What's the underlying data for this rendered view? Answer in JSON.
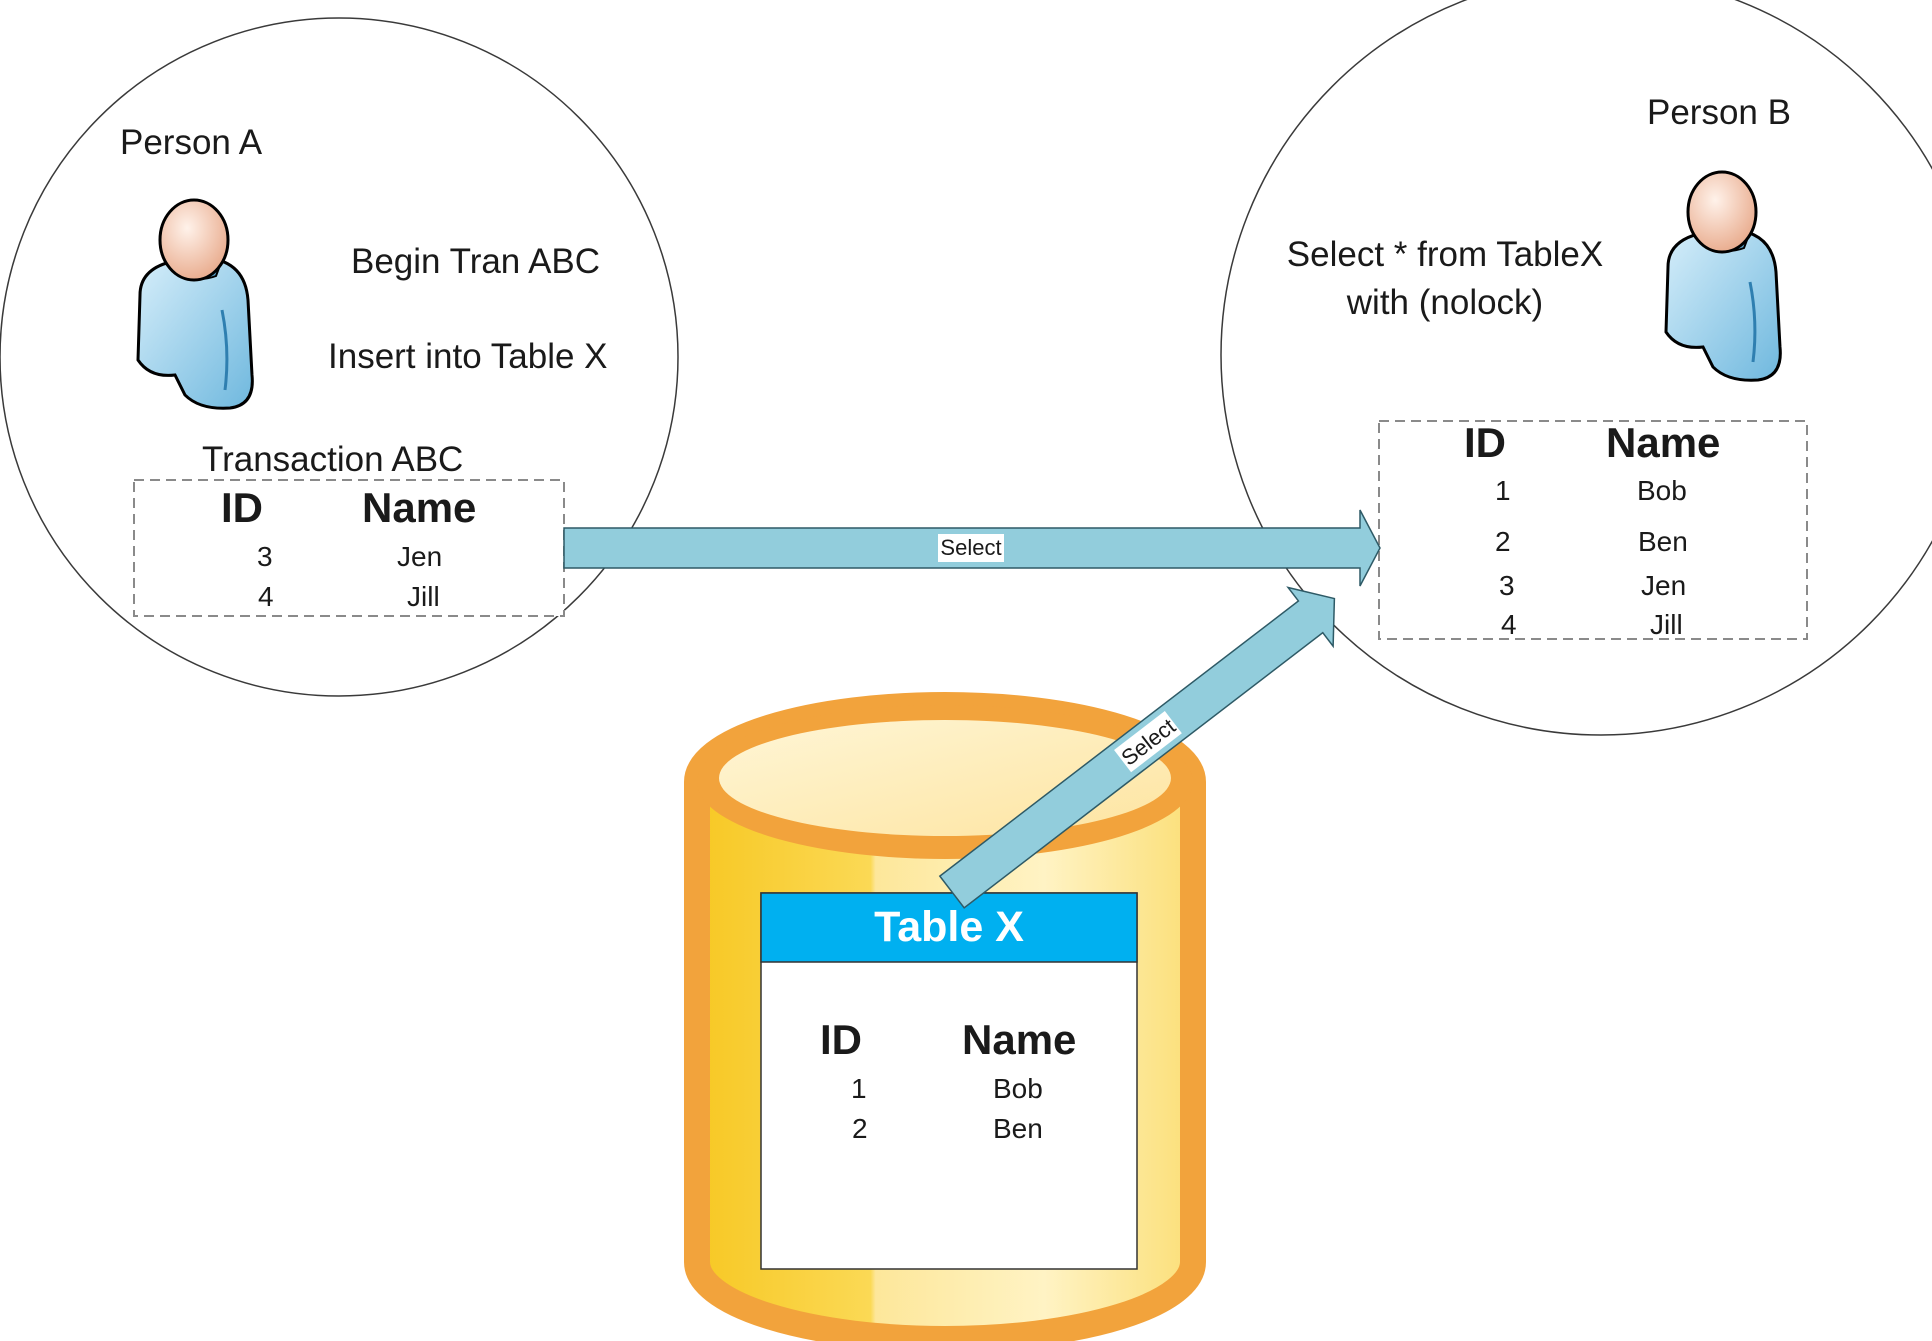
{
  "colors": {
    "circle_stroke": "#3a3a3a",
    "dashed_stroke": "#8a8a8a",
    "arrow_fill": "#92cddc",
    "arrow_stroke": "#2e5a66",
    "cylinder_outer": "#f2a33c",
    "cylinder_body": "#fbd64a",
    "table_header": "#00b0f0",
    "person_shirt": "#a6d8f0",
    "person_skin": "#f6cbb4"
  },
  "icons": {
    "person": "user-icon",
    "database": "database-cylinder-icon"
  },
  "person_a": {
    "label": "Person A",
    "steps": [
      "Begin Tran ABC",
      "Insert into Table X"
    ],
    "transaction_label": "Transaction ABC",
    "table": {
      "headers": [
        "ID",
        "Name"
      ],
      "rows": [
        [
          "3",
          "Jen"
        ],
        [
          "4",
          "Jill"
        ]
      ]
    }
  },
  "person_b": {
    "label": "Person B",
    "query_lines": [
      "Select * from TableX",
      "with (nolock)"
    ],
    "table": {
      "headers": [
        "ID",
        "Name"
      ],
      "rows": [
        [
          "1",
          "Bob"
        ],
        [
          "2",
          "Ben"
        ],
        [
          "3",
          "Jen"
        ],
        [
          "4",
          "Jill"
        ]
      ]
    }
  },
  "arrows": {
    "horizontal_label": "Select",
    "diagonal_label": "Select"
  },
  "table_x": {
    "title": "Table X",
    "headers": [
      "ID",
      "Name"
    ],
    "rows": [
      [
        "1",
        "Bob"
      ],
      [
        "2",
        "Ben"
      ]
    ]
  }
}
